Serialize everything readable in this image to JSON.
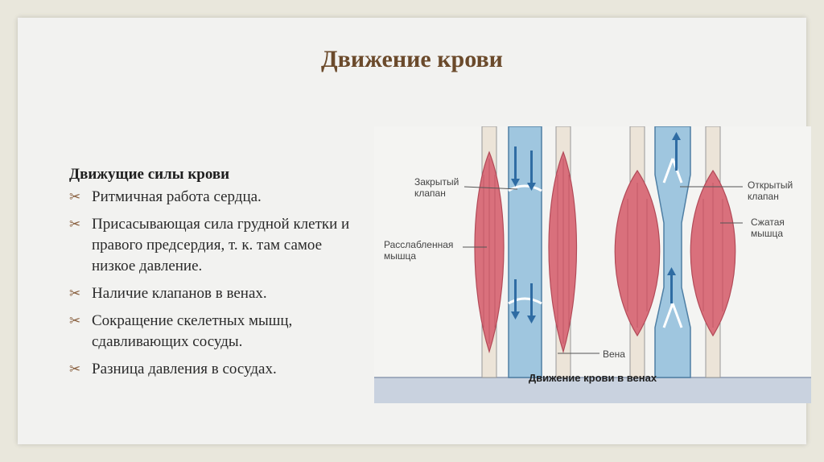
{
  "title": "Движение крови",
  "section": {
    "heading": "Движущие силы крови",
    "bullet_glyph": "✂",
    "points": [
      "Ритмичная работа сердца.",
      " Присасывающая сила грудной клетки и правого предсердия, т. к. там самое низкое давление.",
      " Наличие клапанов в венах.",
      "Сокращение скелетных мышц, сдавливающих сосуды.",
      " Разница давления в сосудах."
    ]
  },
  "diagram": {
    "labels": {
      "closed_valve": "Закрытый клапан",
      "relaxed_muscle": "Расслабленная мышца",
      "open_valve": "Открытый клапан",
      "contracted_muscle": "Сжатая мышца",
      "vein": "Вена"
    },
    "caption": "Движение крови в венах",
    "colors": {
      "muscle": "#d9707c",
      "muscle_line": "#b24a58",
      "vein": "#9fc6df",
      "vein_line": "#4f7fa4",
      "arrow": "#2f6ca3",
      "ground": "#c9d2df"
    }
  }
}
